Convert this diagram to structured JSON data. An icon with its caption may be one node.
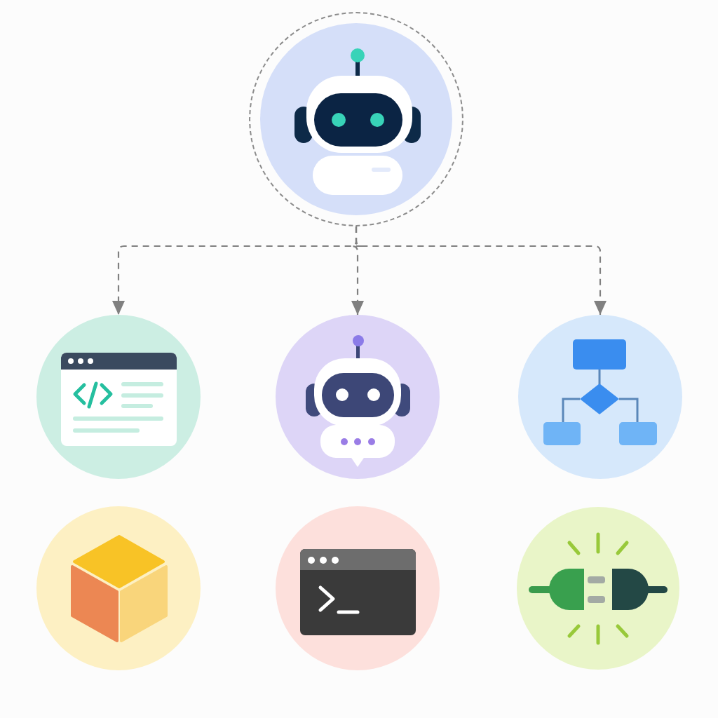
{
  "diagram": {
    "nodes": [
      {
        "text": [],
        "shape": "picture"
      },
      {
        "text": [],
        "shape": "picture"
      },
      {
        "text": [],
        "shape": "picture"
      },
      {
        "text": [],
        "shape": "picture"
      },
      {
        "text": [],
        "shape": "picture"
      },
      {
        "text": [],
        "shape": "picture"
      },
      {
        "text": [],
        "shape": "picture"
      }
    ],
    "edges": [
      {
        "from": 0,
        "to": 1,
        "arrow": "to",
        "style": "dashed"
      },
      {
        "from": 0,
        "to": 2,
        "arrow": "to",
        "style": "dashed"
      },
      {
        "from": 0,
        "to": 3,
        "arrow": "to",
        "style": "dashed"
      }
    ]
  }
}
